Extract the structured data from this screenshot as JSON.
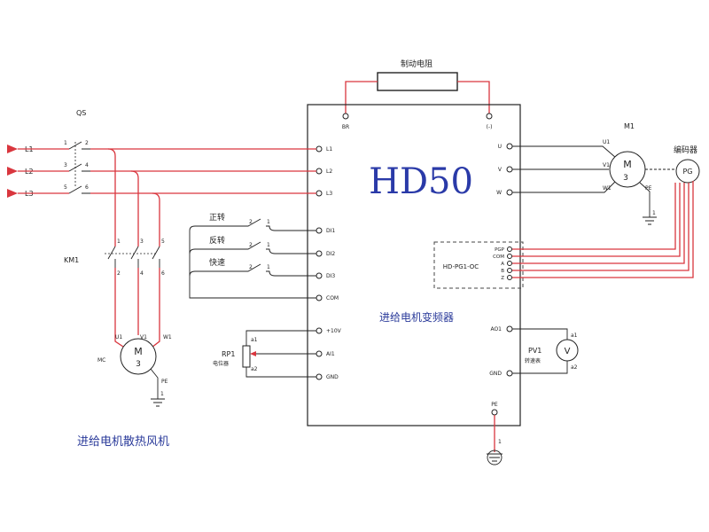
{
  "brake_resistor": {
    "label": "制动电阻",
    "term_left": "BR",
    "term_right": "(-)"
  },
  "inverter": {
    "model": "HD50",
    "name": "进给电机变频器",
    "inputs": [
      "L1",
      "L2",
      "L3"
    ],
    "outputs": [
      "U",
      "V",
      "W"
    ],
    "digital_inputs": [
      "DI1",
      "DI2",
      "DI3",
      "COM"
    ],
    "analog_inputs": [
      "+10V",
      "AI1",
      "GND"
    ],
    "analog_out": [
      "AO1",
      "GND"
    ],
    "pg_terminals": [
      "PGP",
      "COM",
      "A",
      "B",
      "Z"
    ],
    "pg_card": "HD-PG1-OC",
    "pe": "PE"
  },
  "supply": {
    "labels": [
      "L1",
      "L2",
      "L3"
    ],
    "breaker": "QS",
    "breaker_pins_top": [
      "1",
      "3",
      "5"
    ],
    "breaker_pins_bot": [
      "2",
      "4",
      "6"
    ]
  },
  "contactor": {
    "label": "KM1",
    "pins_top": [
      "1",
      "3",
      "5"
    ],
    "pins_bot": [
      "2",
      "4",
      "6"
    ]
  },
  "fan_motor": {
    "label": "MC",
    "m": "M",
    "phase": "3",
    "terms": [
      "U1",
      "V1",
      "W1"
    ],
    "pe": "PE",
    "pe_pin": "1",
    "caption": "进给电机散热风机"
  },
  "switches": [
    {
      "label": "正转",
      "pin_a": "2",
      "pin_b": "1"
    },
    {
      "label": "反转",
      "pin_a": "2",
      "pin_b": "1"
    },
    {
      "label": "快速",
      "pin_a": "2",
      "pin_b": "1"
    }
  ],
  "pot": {
    "label": "RP1",
    "sub": "电位器",
    "pins": [
      "a1",
      "a2"
    ]
  },
  "main_motor": {
    "label": "M1",
    "m": "M",
    "phase": "3",
    "terms": [
      "U1",
      "V1",
      "W1"
    ],
    "pe": "PE",
    "pe_pin": "1"
  },
  "encoder": {
    "label": "编码器",
    "symbol": "PG"
  },
  "meter": {
    "label": "PV1",
    "sub": "转速表",
    "symbol": "V",
    "pins": [
      "a1",
      "a2"
    ]
  },
  "ground_pin": "1"
}
